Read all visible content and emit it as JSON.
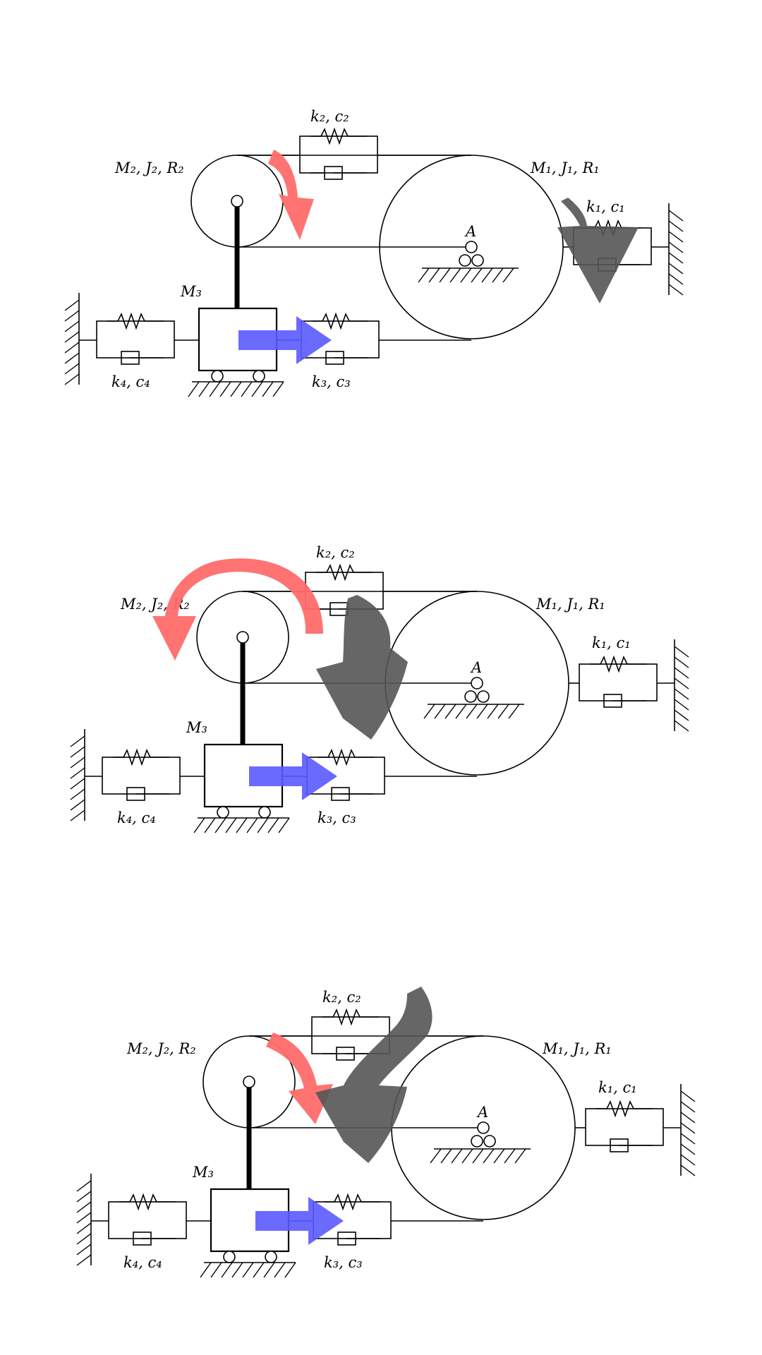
{
  "panels": [
    {
      "id": "panel-1",
      "labels": {
        "pulley_small": "M₂, J₂, R₂",
        "pulley_large": "M₁, J₁, R₁",
        "mass": "M₃",
        "spring_top": "k₂, c₂",
        "spring_right": "k₁, c₁",
        "spring_mid": "k₃, c₃",
        "spring_left": "k₄, c₄",
        "pivot": "A"
      },
      "arrows": {
        "red": "clockwise",
        "black": "down",
        "blue": "right"
      }
    },
    {
      "id": "panel-2",
      "labels": {
        "pulley_small": "M₂, J₂, R₂",
        "pulley_large": "M₁, J₁, R₁",
        "mass": "M₃",
        "spring_top": "k₂, c₂",
        "spring_right": "k₁, c₁",
        "spring_mid": "k₃, c₃",
        "spring_left": "k₄, c₄",
        "pivot": "A"
      },
      "arrows": {
        "red": "counterclockwise",
        "black": "down",
        "blue": "right"
      }
    },
    {
      "id": "panel-3",
      "labels": {
        "pulley_small": "M₂, J₂, R₂",
        "pulley_large": "M₁, J₁, R₁",
        "mass": "M₃",
        "spring_top": "k₂, c₂",
        "spring_right": "k₁, c₁",
        "spring_mid": "k₃, c₃",
        "spring_left": "k₄, c₄",
        "pivot": "A"
      },
      "arrows": {
        "red": "down",
        "black": "down-left",
        "blue": "right"
      }
    }
  ],
  "colors": {
    "red_arrow": "#ff6b6b",
    "blue_arrow": "#5a5aff",
    "black_arrow": "#555555"
  }
}
